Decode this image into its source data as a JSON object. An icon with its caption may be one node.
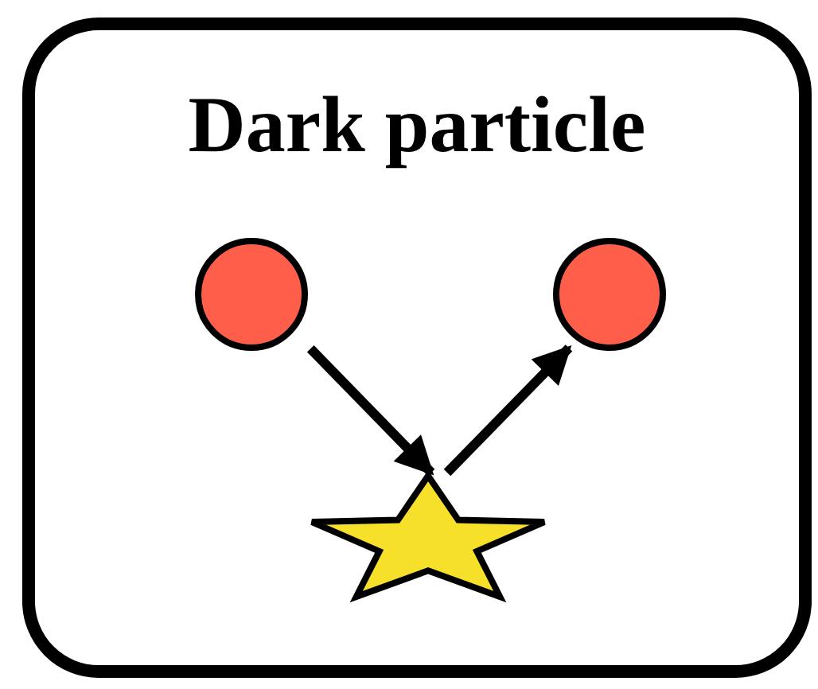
{
  "diagram": {
    "nodes": [
      {
        "text": [
          "Dark particle"
        ]
      },
      {
        "text": [],
        "shape": "circle",
        "in": 0
      },
      {
        "text": [],
        "shape": "circle",
        "in": 0
      },
      {
        "text": [],
        "shape": "star",
        "in": 0
      }
    ],
    "edges": [
      {
        "from": 1,
        "to": 3,
        "arrow": "to"
      },
      {
        "from": 3,
        "to": 2,
        "arrow": "to"
      }
    ]
  }
}
